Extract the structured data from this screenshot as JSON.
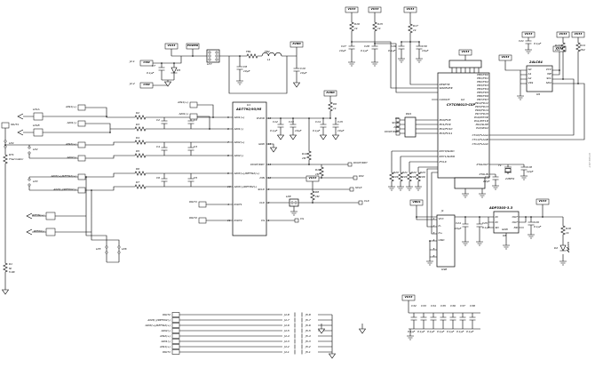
{
  "figure_number": "07404-047",
  "power_in": {
    "vu33_flag": "VU33",
    "power_flag": "POWER",
    "avdd_flag": "AVDD",
    "j2_1": "J2-1",
    "j2_2": "J2-2",
    "con": "CON",
    "c7": "C7",
    "c7_val": "0.1µF",
    "d5": "D5",
    "lk7": "LK7",
    "fb1": "FB1",
    "fb2": "FB2",
    "l1": "L1",
    "c8": "C8",
    "c8_val": "10µF",
    "c10": "C10",
    "c10_val": "10µF"
  },
  "rc": {
    "vu33": "VU33",
    "r16": "R16",
    "r15": "R15",
    "r17": "R17",
    "r_val": "1k",
    "c27": "C27",
    "c27_val": "10µF",
    "c28": "C28",
    "c28_val": "0.1µF",
    "c29": "C29",
    "c29_val": "0.1µF",
    "c30": "C30",
    "c30_val": "10µF"
  },
  "eeprom": {
    "vu33": "VU33",
    "c21": "C21",
    "c21_val": "0.1µF",
    "part": "24LC64",
    "ref": "U9",
    "pins_left": [
      "A0",
      "A1",
      "A2",
      "VSS"
    ],
    "pins_right": [
      "VCC",
      "WP",
      "SCL",
      "SDA"
    ],
    "r13": "R13",
    "r14": "R14",
    "r_val": "2K2"
  },
  "mcu": {
    "ref": "U2",
    "part": "CY7C68013-CSP",
    "vu33": "VU33",
    "rn1": "RN1",
    "left_pins": [
      "RESET#",
      "WAKEUP#",
      "CLKOUT",
      "PD0/FD8",
      "PD1/FD9",
      "PD2/FD10",
      "PD3/FD11",
      "RDY0/SLRD",
      "RDY1/SLWR",
      "IFCLK"
    ],
    "right_pins": [
      "PB0/FD0",
      "PB1/FD1",
      "PB2/FD2",
      "PB3/FD3",
      "PB4/FD4",
      "PB5/FD5",
      "PB6/FD6",
      "PB7/FD7",
      "PD4/FD12",
      "PD5/FD13",
      "PD6/FD14",
      "PD7/FD15",
      "PA0/INT0#",
      "PA1/INT1#",
      "PA2/SLOE",
      "PA3/WU2",
      "CTL0/FLAGA",
      "CTL1/FLAGB",
      "CTL2/FLAGC",
      "XTALOUT",
      "XTALIN"
    ],
    "net_flags": [
      "CS",
      "SCLK",
      "DIN",
      "DOUT/RDY"
    ],
    "pulldowns": [
      "R20",
      "R21",
      "R22",
      "R23"
    ],
    "pulldown_val": "10K"
  },
  "xtal": {
    "ref": "Y1",
    "val": "24MHz",
    "c17": "C17",
    "c18": "C18",
    "c_val": "12pF"
  },
  "adc": {
    "ref": "U1",
    "part": "AD7792/93/95",
    "left_pins": [
      {
        "n": "5",
        "name": "AIN1(+)"
      },
      {
        "n": "6",
        "name": "AIN1(-)"
      },
      {
        "n": "7",
        "name": "AIN2(+)"
      },
      {
        "n": "8",
        "name": "AIN2(-)"
      },
      {
        "n": "9",
        "name": "AIN3(+)/REFIN2(+)"
      },
      {
        "n": "10",
        "name": "AIN3(-)/REFIN2(-)"
      },
      {
        "n": "4",
        "name": "IOUT1"
      },
      {
        "n": "11",
        "name": "IOUT2"
      }
    ],
    "right_pins": [
      {
        "n": "16",
        "name": "DVDD"
      },
      {
        "n": "15",
        "name": "GND"
      },
      {
        "n": "13",
        "name": "DOUT/RDY"
      },
      {
        "n": "12",
        "name": "DIN"
      },
      {
        "n": "3",
        "name": "SCLK"
      },
      {
        "n": "2",
        "name": "CLK"
      },
      {
        "n": "1",
        "name": "CS"
      }
    ],
    "c12": "C12",
    "c12_val": "0.1µF",
    "c13": "C13",
    "c13_val": "10µF",
    "c14": "C14",
    "c14_val": "0.1µF",
    "c15": "C15",
    "c15_val": "10µF",
    "r9": "R9",
    "r9_val": "1k",
    "avdd": "AVDD",
    "vu33": "VU33",
    "r11": "R11",
    "r12": "R12",
    "r8": "R8",
    "r_pull_val": "1M",
    "lk8": "LK8",
    "flags": {
      "dout": "DOUT/RDY",
      "din": "DIN",
      "sclk": "SCLK",
      "clk": "CLK",
      "cs": "CS"
    }
  },
  "afe": {
    "top_flags": {
      "ain1p": "AIN1(+)",
      "ain1m": "AIN1(-)"
    },
    "left_flags": [
      "AIN1(+)",
      "AIN1(-)",
      "AIN2(+)",
      "AIN2(-)",
      "AIN3(+)/REFIN2(+)",
      "AIN3(-)/REFIN2(-)"
    ],
    "iout1_flag": "IOUT1",
    "iout2_flag": "IOUT2",
    "res": [
      "R2",
      "R3",
      "R4",
      "R5",
      "R6",
      "R7"
    ],
    "caps": [
      "C1",
      "C2",
      "C3",
      "C4",
      "C5",
      "C6"
    ],
    "lk1a": "LK1A",
    "lk1b": "LK1B",
    "lk2": "LK2",
    "lk3": "LK3",
    "lk4": "LK4",
    "lk5": "LK5",
    "lk6": "LK6",
    "rt1": "RT1",
    "thermistor": "Thermistor",
    "refp": "REFIN(+)",
    "refm": "REFIN(-)",
    "r1": "R1",
    "r1_a": "NI",
    "r1_b": "5.6K"
  },
  "io": {
    "rows": [
      {
        "signal": "IOUT2",
        "j4": "J4-8",
        "j5": "J5-8"
      },
      {
        "signal": "AIN3(-)/REFIN2(-)",
        "j4": "J4-7",
        "j5": "J5-7"
      },
      {
        "signal": "AIN3(+)/REFIN2(+)",
        "j4": "J4-6",
        "j5": "J5-6"
      },
      {
        "signal": "AIN2(-)",
        "j4": "J4-5",
        "j5": "J5-5"
      },
      {
        "signal": "AIN2(+)",
        "j4": "J4-4",
        "j5": "J5-4"
      },
      {
        "signal": "AIN1(-)",
        "j4": "J4-3",
        "j5": "J5-3"
      },
      {
        "signal": "AIN1(+)",
        "j4": "J4-2",
        "j5": "J5-2"
      },
      {
        "signal": "IOUT1",
        "j4": "J4-1",
        "j5": "J5-1"
      }
    ]
  },
  "capbank": {
    "vu33": "VU33",
    "refs": [
      "C32",
      "C33",
      "C34",
      "C35",
      "C36",
      "C37",
      "C38"
    ],
    "val": "0.1µF"
  },
  "usb": {
    "vbus": "VBUS",
    "j1": "J1",
    "label": "USB",
    "pins": [
      "VCC",
      "D-",
      "D+",
      "GND"
    ],
    "pin_nums": [
      "1",
      "2",
      "3",
      "4",
      "5",
      "6"
    ],
    "c24": "C24",
    "c24_val": "10µF",
    "c25": "C25",
    "c25_val": "0.1µF"
  },
  "reg": {
    "part": "ADP3303-3.3",
    "ref": "U8",
    "vu33": "VU33",
    "pins_left": [
      "IN",
      "IN",
      "SD"
    ],
    "pins_right": [
      "OUT",
      "OUT",
      "NR"
    ],
    "gnd": "GND",
    "c26": "C26",
    "c26_val": "0.1µF",
    "r19": "R19",
    "r19_val": "1k",
    "d2": "D2",
    "d2_color": "GREEN"
  }
}
